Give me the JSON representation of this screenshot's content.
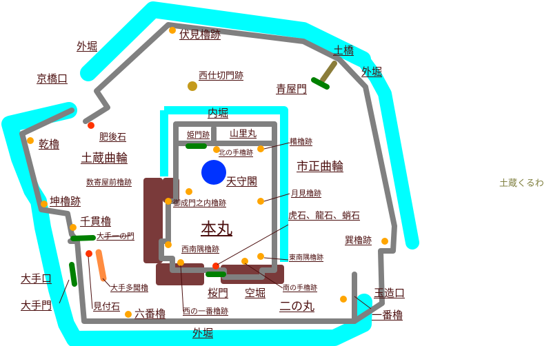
{
  "labels": {
    "gaibori_top": "外堀",
    "fushimi": "伏見櫓跡",
    "dobashi": "土橋",
    "gaibori_right": "外堀",
    "kyobashiguchi": "京橋口",
    "nishi_shikiri": "西仕切門跡",
    "aoyamon": "青屋門",
    "uchibori": "内堀",
    "higo": "肥後石",
    "himemon": "姫門跡",
    "yamazato": "山里丸",
    "inui": "乾櫓",
    "dozo_kuruwa": "土蔵曲輪",
    "kita_te": "北の手櫓跡",
    "takiyagura": "糒櫓跡",
    "ichijo": "市正曲輪",
    "tenshu": "天守閣",
    "kazuyori": "数寄屋前櫓跡",
    "onarimon": "御成門之内櫓跡",
    "tsukimi": "月見櫓跡",
    "hitsujisaru": "坤櫓跡",
    "sengan": "千貫櫓",
    "honmaru": "本丸",
    "toraishi": "虎石、龍石、蛸石",
    "ote_ichi": "大手一の門",
    "tatsumi": "巽櫓跡",
    "seinan": "西南隅櫓跡",
    "tonan": "東南隅櫓跡",
    "otemachi": "大手口",
    "otetamon": "大手多聞櫓",
    "minami_te": "南の手櫓跡",
    "tamatsukuri": "玉造口",
    "otemon": "大手門",
    "sakuramon": "桜門",
    "karabori": "空堀",
    "ninomaru": "二の丸",
    "mitsukeishi": "見付石",
    "nishi_ichiban": "西の一番櫓跡",
    "ichibanyagura": "一番櫓",
    "rokuban": "六番櫓",
    "gaibori_bottom": "外堀",
    "dozo_kuruwa_legend": "土蔵くるわ"
  },
  "colors": {
    "moat": "#00ffff",
    "wall": "#808080",
    "dry_moat": "#7a3a3a",
    "gate": "#008000",
    "bridge": "#8b7d3a",
    "tower_site": "#ffa500",
    "stone": "#ff3300",
    "tenshu": "#0033ff",
    "gate_building": "#ff8c40",
    "text": "#4a0d0d"
  }
}
